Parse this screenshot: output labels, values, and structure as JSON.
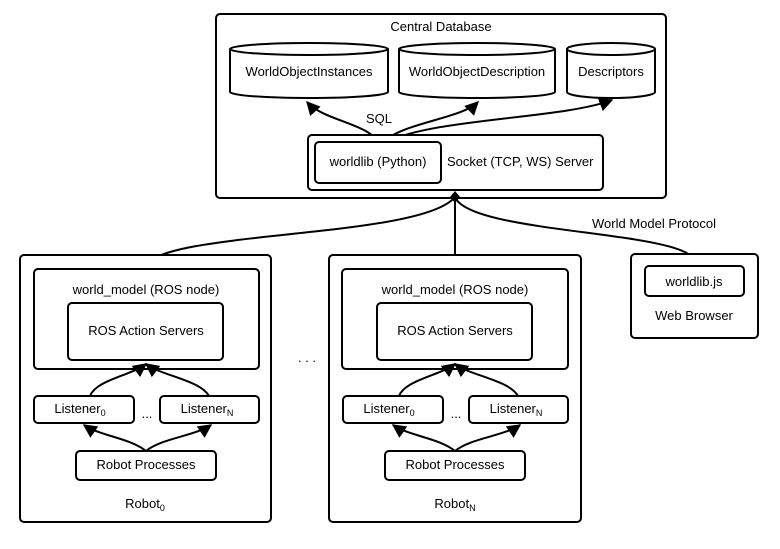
{
  "central_db": {
    "title": "Central Database",
    "tables": [
      "WorldObjectInstances",
      "WorldObjectDescription",
      "Descriptors"
    ],
    "sql_label": "SQL",
    "worldlib_python": "worldlib (Python)",
    "socket_server": "Socket (TCP, WS) Server"
  },
  "protocol_label": "World Model Protocol",
  "web_browser": {
    "title": "Web Browser",
    "worldlib_js": "worldlib.js"
  },
  "ellipsis_between_robots": ". . .",
  "robots": [
    {
      "label_main": "Robot",
      "label_sub": "0",
      "node_title": "world_model (ROS node)",
      "action_servers": "ROS Action Servers",
      "listener_main": "Listener",
      "listener_first_sub": "0",
      "listener_last_sub": "N",
      "listener_ellipsis": "...",
      "processes": "Robot Processes"
    },
    {
      "label_main": "Robot",
      "label_sub": "N",
      "node_title": "world_model (ROS node)",
      "action_servers": "ROS Action Servers",
      "listener_main": "Listener",
      "listener_first_sub": "0",
      "listener_last_sub": "N",
      "listener_ellipsis": "...",
      "processes": "Robot Processes"
    }
  ]
}
